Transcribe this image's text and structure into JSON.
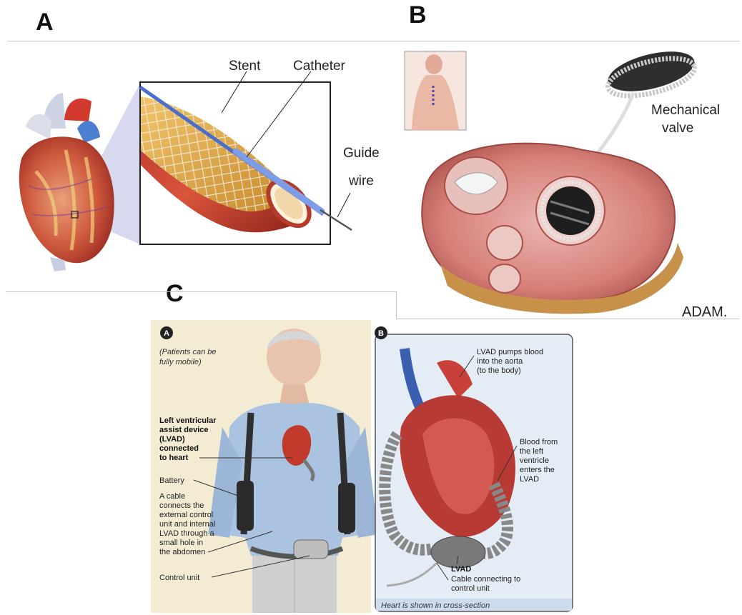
{
  "panels": {
    "a": {
      "letter": "A",
      "labels": {
        "stent": "Stent",
        "catheter": "Catheter",
        "guide_wire_1": "Guide",
        "guide_wire_2": "wire"
      }
    },
    "b": {
      "letter": "B",
      "labels": {
        "mech_1": "Mechanical",
        "mech_2": "valve"
      },
      "logo": "ADAM."
    },
    "c": {
      "letter": "C",
      "sub_a": {
        "badge": "A",
        "note_1": "(Patients can be",
        "note_2": "fully mobile)",
        "lvad_title": [
          "Left ventricular",
          "assist device",
          "(LVAD)",
          "connected",
          "to heart"
        ],
        "battery": "Battery",
        "cable_desc": [
          "A cable",
          "connects the",
          "external control",
          "unit and internal",
          "LVAD through a",
          "small hole in",
          "the abdomen"
        ],
        "control_unit": "Control unit"
      },
      "sub_b": {
        "badge": "B",
        "pumps": [
          "LVAD pumps blood",
          "into the aorta",
          "(to the body)"
        ],
        "blood_from": [
          "Blood from",
          "the left",
          "ventricle",
          "enters the",
          "LVAD"
        ],
        "lvad": "LVAD",
        "cable": [
          "Cable connecting to",
          "control unit"
        ],
        "footer": "Heart is shown in cross-section"
      }
    }
  },
  "colors": {
    "background": "#ffffff",
    "divider": "#c8c8c8",
    "heart_red": "#c0392b",
    "catheter_blue": "#5b7fd6"
  }
}
